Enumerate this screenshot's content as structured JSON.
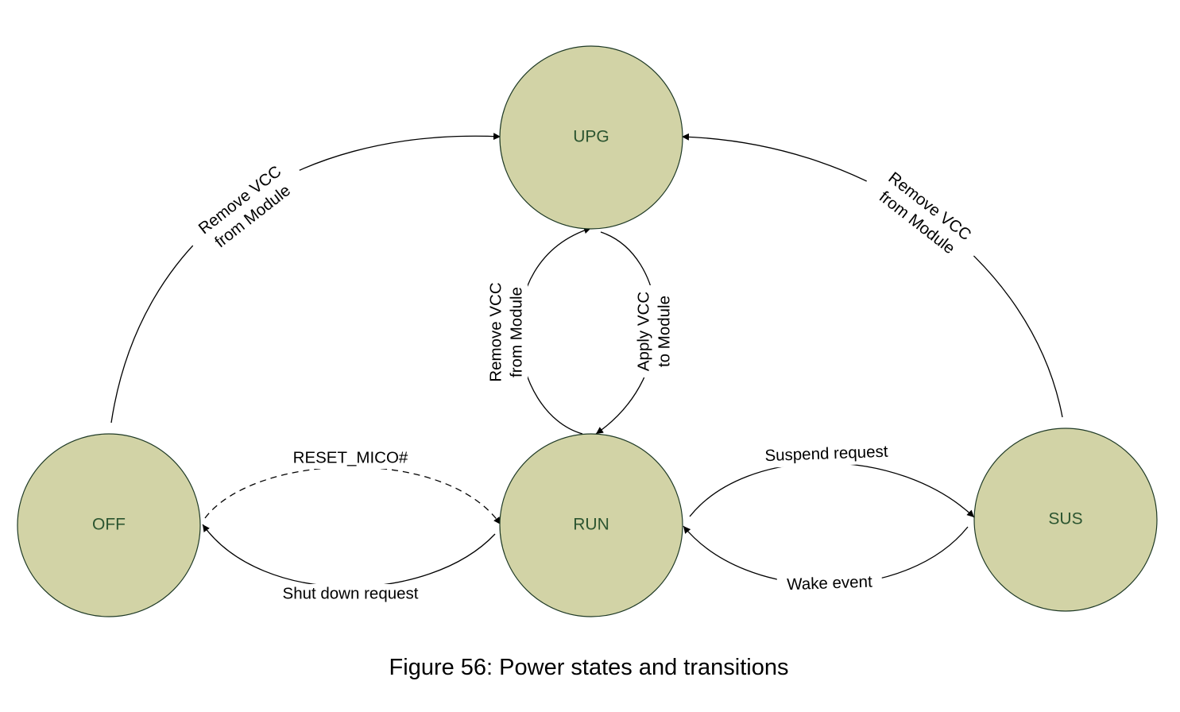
{
  "states": {
    "upg": "UPG",
    "off": "OFF",
    "run": "RUN",
    "sus": "SUS"
  },
  "transitions": {
    "off_to_upg": [
      "Remove VCC",
      "from Module"
    ],
    "sus_to_upg": [
      "Remove VCC",
      "from Module"
    ],
    "run_to_upg": [
      "Remove VCC",
      "from Module"
    ],
    "upg_to_run": [
      "Apply VCC",
      "to Module"
    ],
    "off_to_run": "RESET_MICO#",
    "run_to_off": "Shut down request",
    "run_to_sus": "Suspend request",
    "sus_to_run": "Wake event"
  },
  "caption": "Figure 56: Power states and transitions"
}
